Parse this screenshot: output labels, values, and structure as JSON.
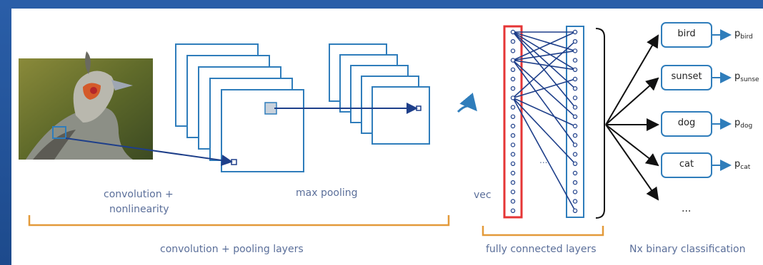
{
  "labels": {
    "conv": "convolution +",
    "nonlin": "nonlinearity",
    "maxpool": "max pooling",
    "convpool": "convolution + pooling layers",
    "vec": "vec",
    "fc": "fully connected layers",
    "nx": "Nx binary classification",
    "fc_ellipsis": "...",
    "out_ellipsis": "..."
  },
  "classes": [
    {
      "name": "bird",
      "p": "p",
      "sub": "bird"
    },
    {
      "name": "sunset",
      "p": "p",
      "sub": "sunse"
    },
    {
      "name": "dog",
      "p": "p",
      "sub": "dog"
    },
    {
      "name": "cat",
      "p": "p",
      "sub": "cat"
    }
  ],
  "colors": {
    "frame": "#2a5ea8",
    "stroke": "#2f7dbb",
    "dark": "#1e3f8a",
    "bracket": "#e39a3a",
    "red": "#e53535",
    "text": "#5b6f9a"
  }
}
